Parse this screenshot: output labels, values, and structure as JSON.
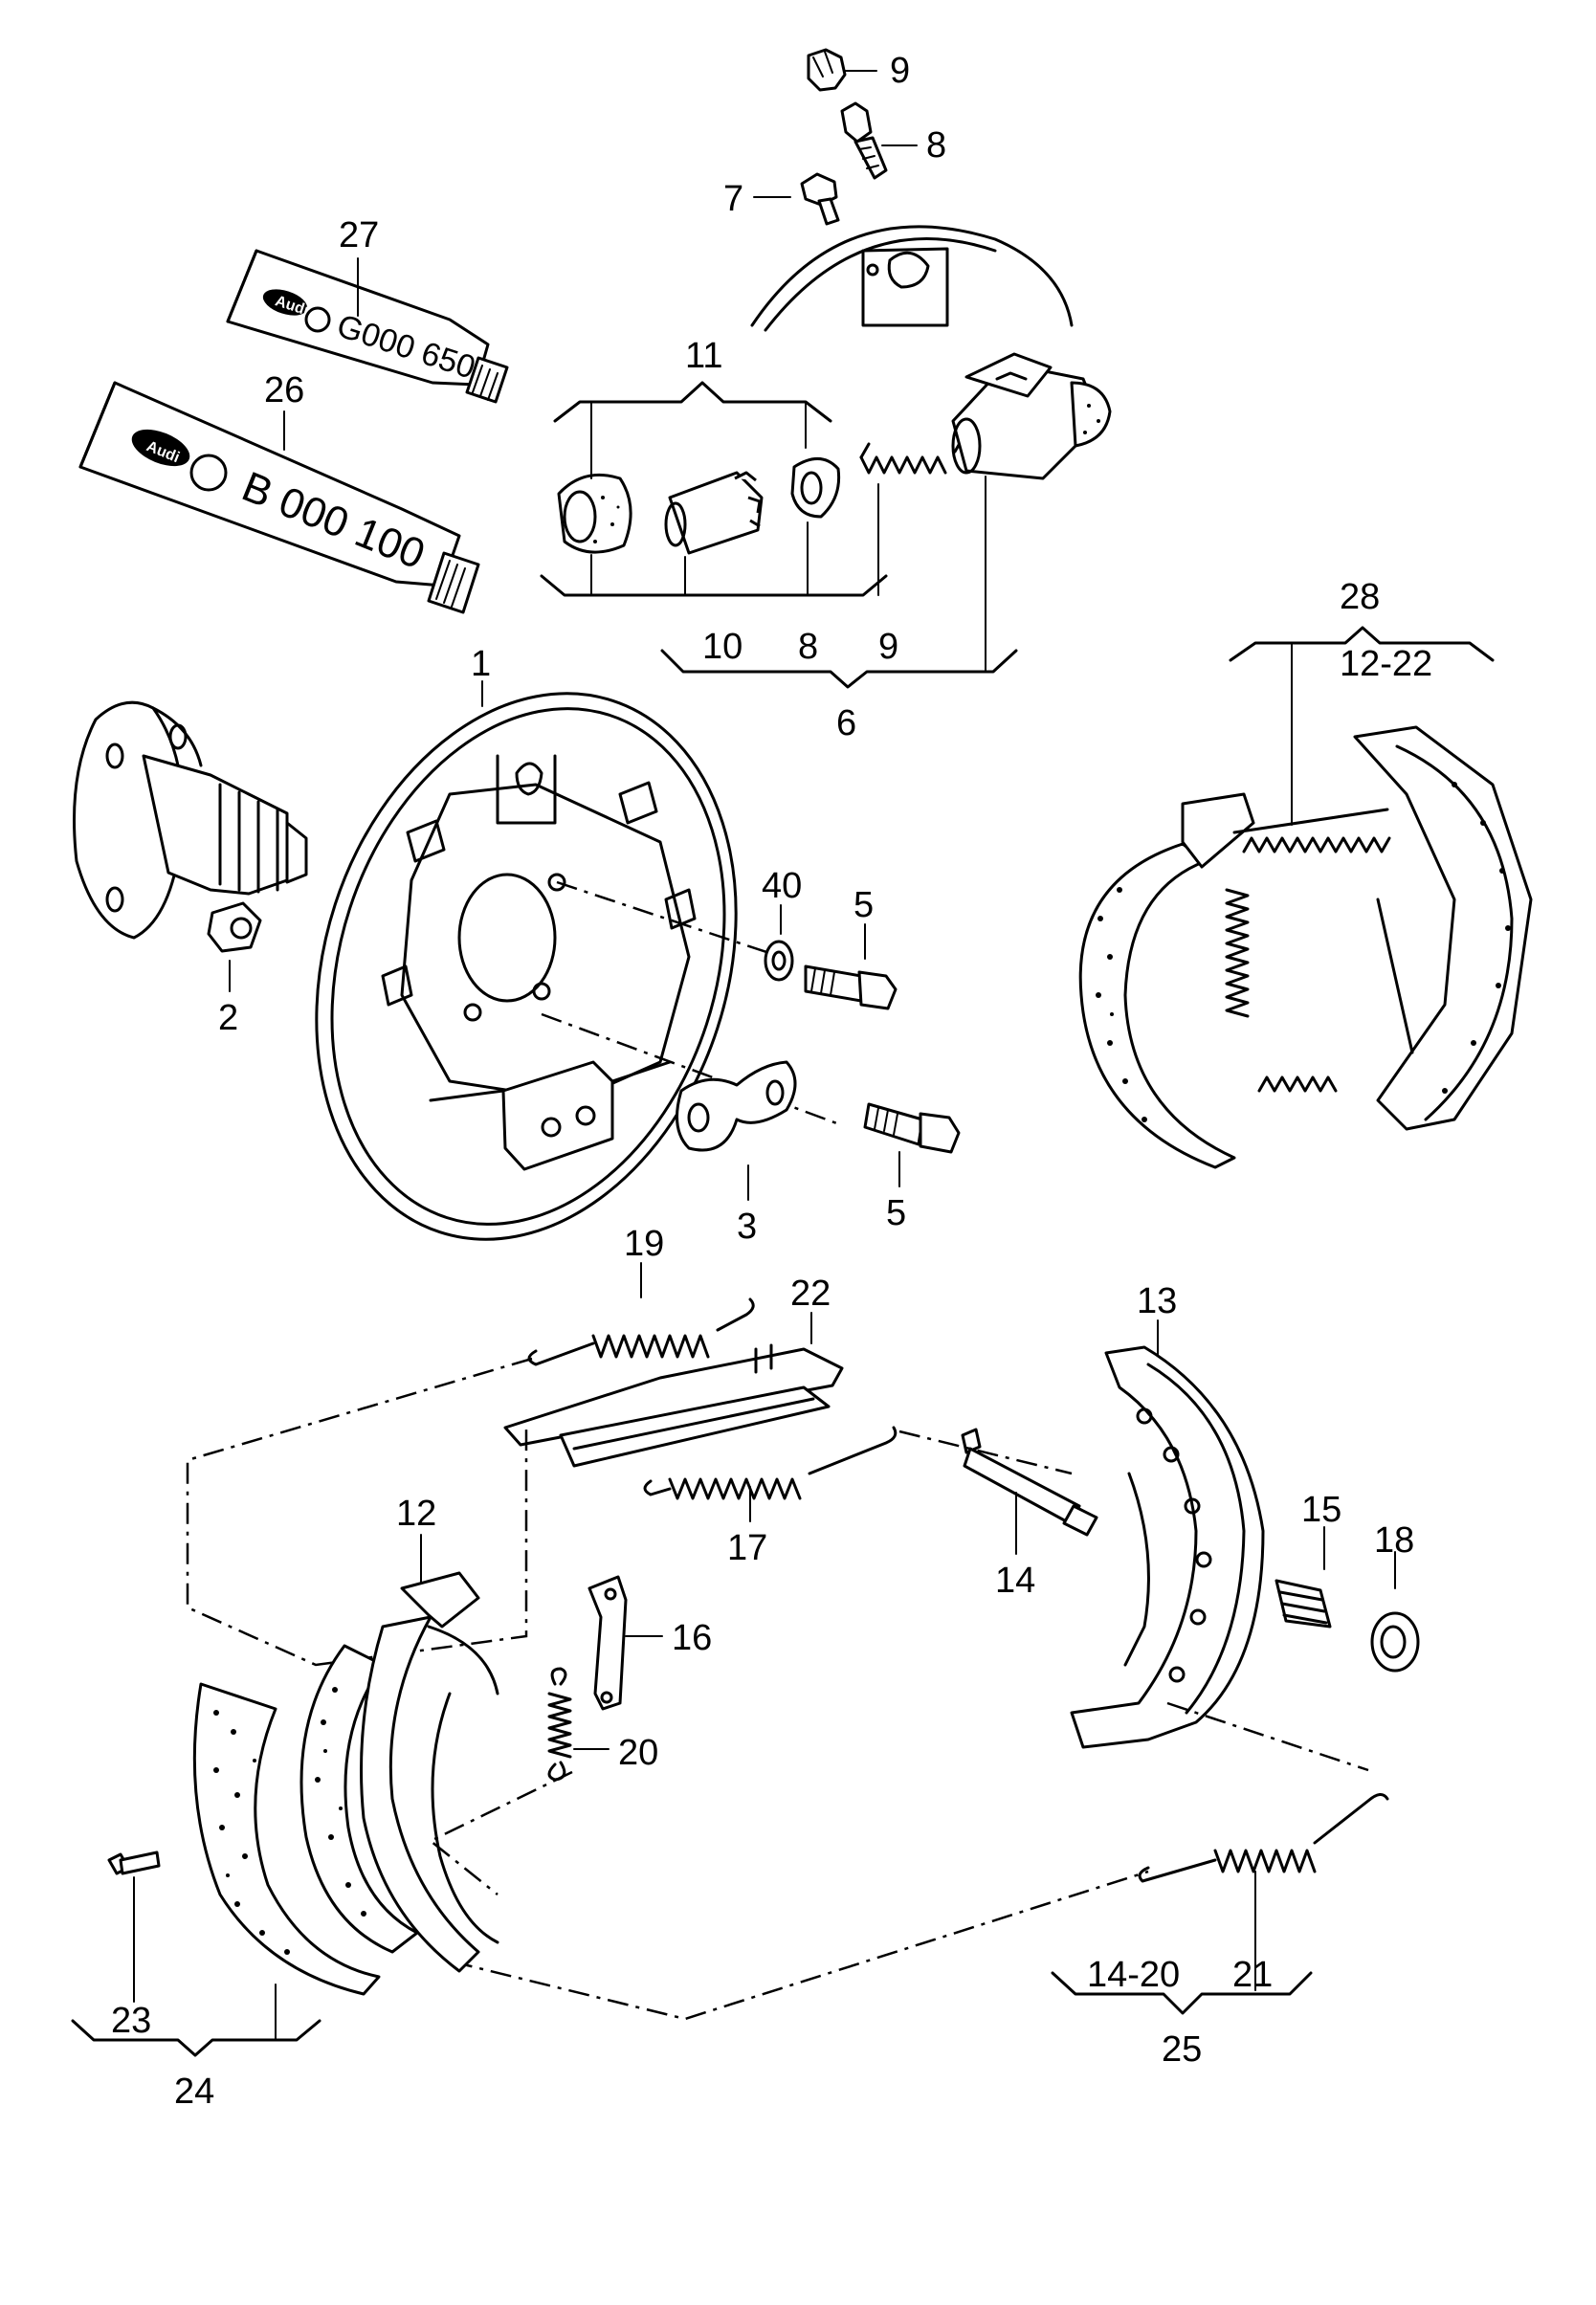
{
  "callouts": {
    "n1": "1",
    "n2": "2",
    "n3": "3",
    "n5a": "5",
    "n5b": "5",
    "n6": "6",
    "n7": "7",
    "n8a": "8",
    "n8b": "8",
    "n9a": "9",
    "n9b": "9",
    "n10": "10",
    "n11": "11",
    "n12": "12",
    "n13": "13",
    "n14": "14",
    "n15": "15",
    "n16": "16",
    "n17": "17",
    "n18": "18",
    "n19": "19",
    "n20": "20",
    "n21": "21",
    "n22": "22",
    "n23": "23",
    "n24": "24",
    "n25": "25",
    "n26": "26",
    "n27": "27",
    "n28": "28",
    "n40": "40",
    "r1222": "12-22",
    "r1420": "14-20"
  },
  "tubes": {
    "tube27_code": "G000 650",
    "tube26_code": "B 000 100",
    "logo_audi": "Audi"
  },
  "icons": {
    "vw_logo": "vw-logo-icon",
    "audi_logo": "audi-logo-icon"
  }
}
